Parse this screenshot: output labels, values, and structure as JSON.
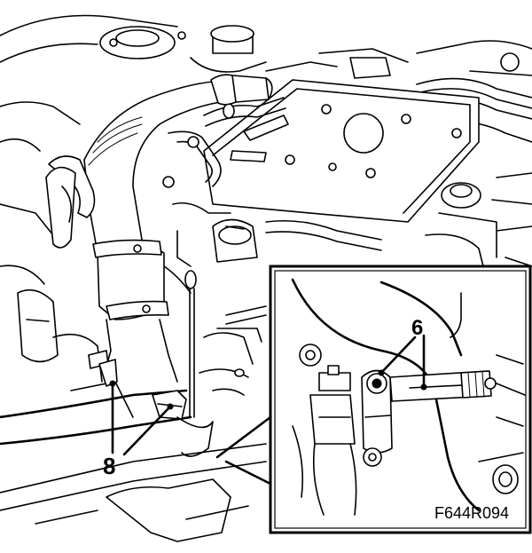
{
  "figure": {
    "code": "F644R094",
    "callouts": [
      {
        "id": "callout-6",
        "label": "6"
      },
      {
        "id": "callout-8",
        "label": "8"
      }
    ]
  }
}
